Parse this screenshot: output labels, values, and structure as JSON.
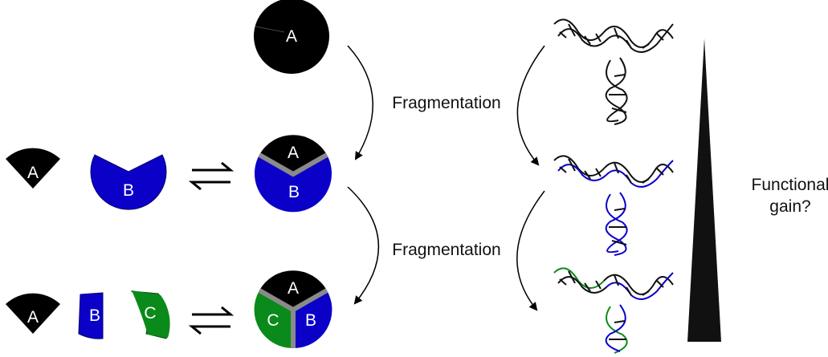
{
  "labels": {
    "a": "A",
    "b": "B",
    "c": "C",
    "fragmentation_1": "Fragmentation",
    "fragmentation_2": "Fragmentation",
    "functional_gain_line1": "Functional",
    "functional_gain_line2": "gain?"
  },
  "colors": {
    "a": "#000000",
    "b": "#0b00c8",
    "c": "#0a8a1a",
    "divider": "#8a8a8a",
    "arrow": "#000000"
  },
  "icons": [
    "equilibrium-icon",
    "rna-helix-icon",
    "gain-triangle-icon"
  ]
}
